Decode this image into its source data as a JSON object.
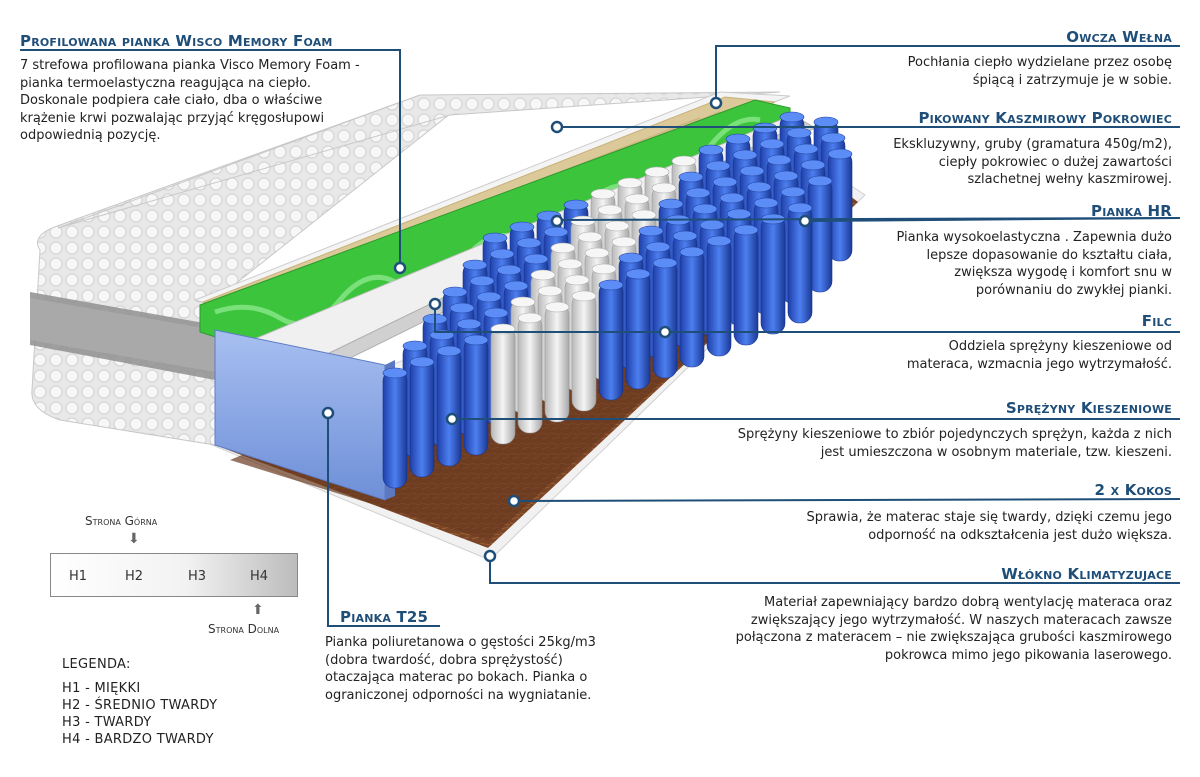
{
  "labels": {
    "memory": {
      "title": "Profilowana pianka Wisco Memory Foam",
      "lines": [
        "7 strefowa profilowana pianka Visco Memory Foam -",
        "pianka termoelastyczna reagująca na ciepło.",
        "Doskonale podpiera całe ciało, dba o właściwe",
        "krążenie krwi pozwalając przyjąć kręgosłupowi",
        "odpowiednią pozycję."
      ]
    },
    "owcza": {
      "title": "Owcza Wełna",
      "lines": [
        "Pochłania ciepło wydzielane przez osobę",
        "śpiącą i zatrzymuje je w sobie."
      ]
    },
    "kaszmir": {
      "title": "Pikowany Kaszmirowy Pokrowiec",
      "lines": [
        "Ekskluzywny, gruby (gramatura 450g/m2),",
        "ciepły pokrowiec o dużej zawartości",
        "szlachetnej wełny kaszmirowej."
      ]
    },
    "hr": {
      "title": "Pianka HR",
      "lines": [
        "Pianka wysokoelastyczna . Zapewnia dużo",
        "lepsze dopasowanie do kształtu ciała,",
        "zwiększa wygodę i komfort snu w",
        "porównaniu do zwykłej pianki."
      ]
    },
    "filc": {
      "title": "Filc",
      "lines": [
        "Oddziela sprężyny kieszeniowe od",
        "materaca, wzmacnia jego wytrzymałość."
      ]
    },
    "sprezyny": {
      "title": "Sprężyny Kieszeniowe",
      "lines": [
        "Sprężyny kieszeniowe to zbiór pojedynczych sprężyn, każda z nich",
        "jest umieszczona w osobnym materiale, tzw. kieszeni."
      ]
    },
    "kokos": {
      "title": "2 x Kokos",
      "lines": [
        "Sprawia, że materac staje się twardy, dzięki czemu jego",
        "odporność na odkształcenia jest dużo większa."
      ]
    },
    "wlokno": {
      "title": "Włókno Klimatyzujace",
      "lines": [
        "Materiał zapewniający bardzo dobrą wentylację materaca oraz",
        "zwiększający jego wytrzymałość. W naszych materacach zawsze",
        "połączona z materacem – nie zwiększająca grubości kaszmirowego",
        "pokrowca mimo jego pikowania laserowego."
      ]
    },
    "t25": {
      "title": "Pianka T25",
      "lines": [
        "Pianka poliuretanowa o gęstości 25kg/m3",
        "(dobra twardość, dobra sprężystość)",
        "otaczająca materac po bokach. Pianka o",
        "ograniczonej odporności na wygniatanie."
      ]
    }
  },
  "hardness_scale": {
    "top_side": "Strona Górna",
    "bottom_side": "Strona Dolna",
    "levels": [
      "H1",
      "H2",
      "H3",
      "H4"
    ]
  },
  "legend": {
    "title": "LEGENDA:",
    "items": [
      "H1 - MIĘKKI",
      "H2 - ŚREDNIO TWARDY",
      "H3 - TWARDY",
      "H4 - BARDZO TWARDY"
    ]
  },
  "colors": {
    "accent": "#1f4e79",
    "memory_foam": "#3cc43c",
    "springs": "#2f5fd0",
    "coconut": "#7a4526",
    "t25_foam": "#8ea9e6",
    "cover": "#e6e6e6"
  }
}
